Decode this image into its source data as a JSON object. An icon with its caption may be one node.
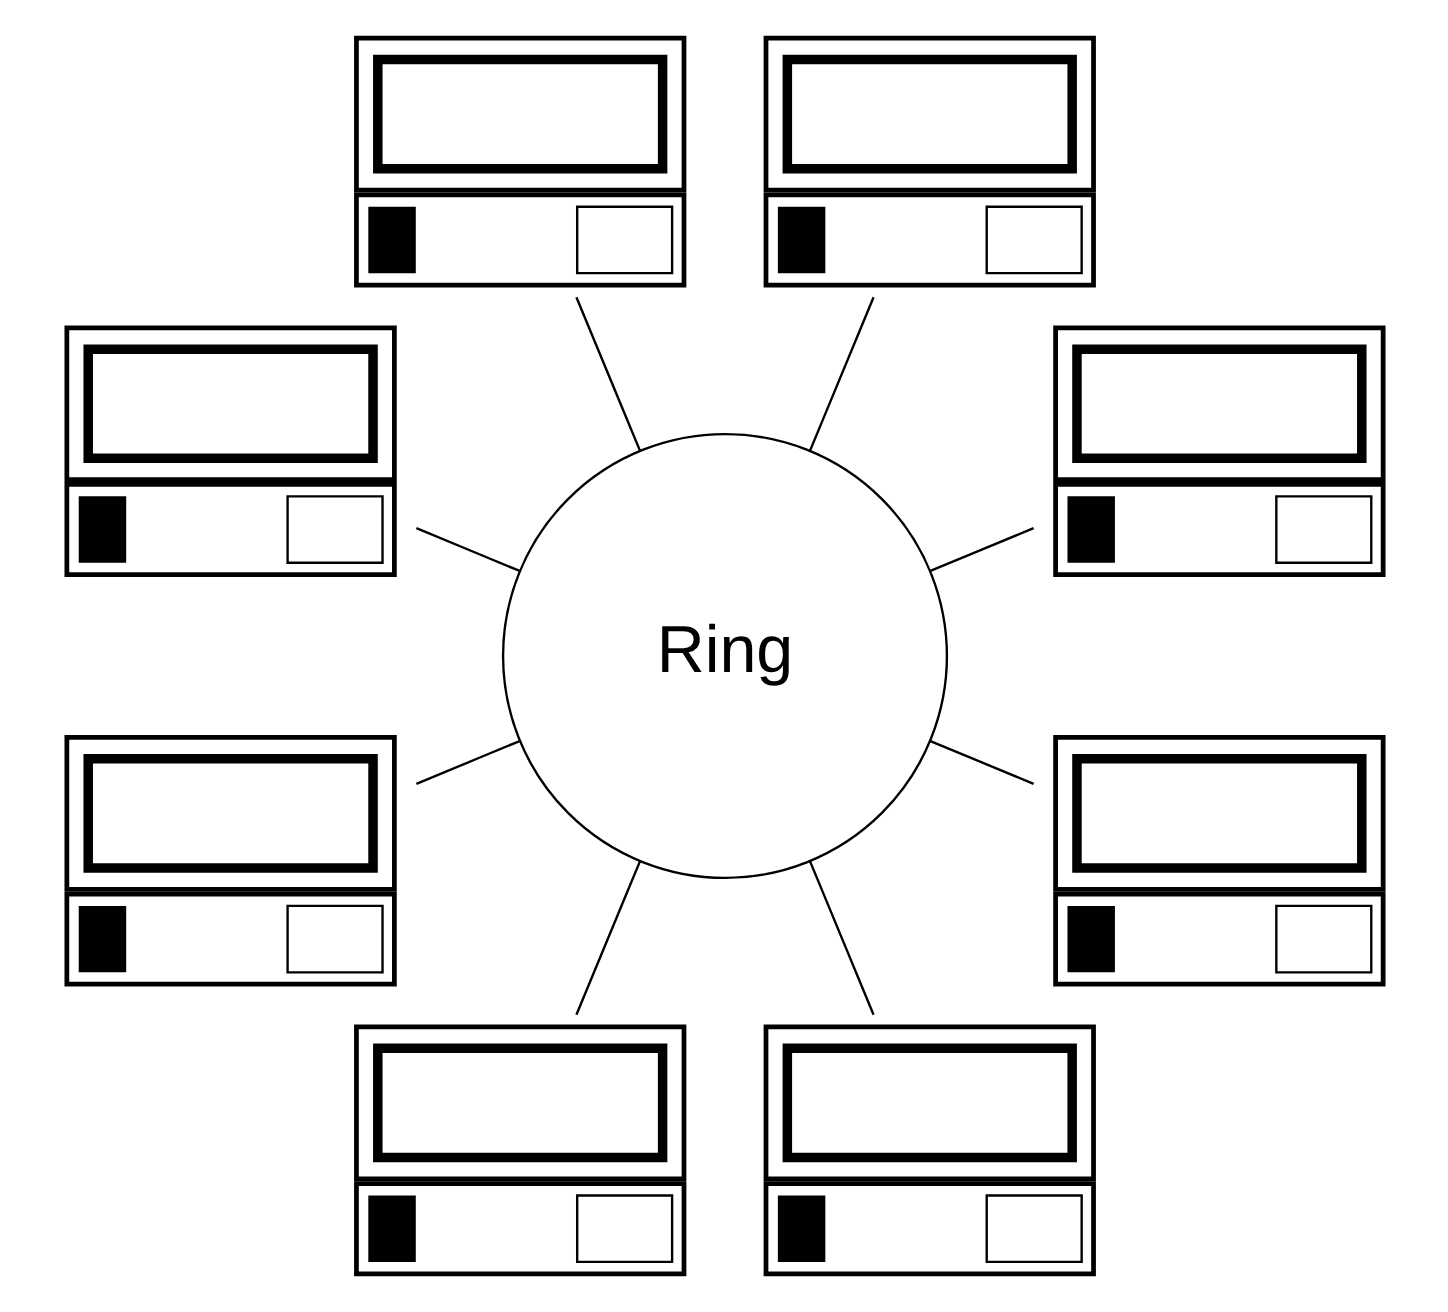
{
  "diagram": {
    "nodes": [
      {
        "text": [
          "Ring"
        ]
      },
      {
        "text": [],
        "shape": "picture"
      },
      {
        "text": [],
        "shape": "picture"
      },
      {
        "text": [],
        "shape": "picture"
      },
      {
        "text": [],
        "shape": "picture"
      },
      {
        "text": [],
        "shape": "picture"
      },
      {
        "text": [],
        "shape": "picture"
      },
      {
        "text": [],
        "shape": "picture"
      },
      {
        "text": [],
        "shape": "picture"
      }
    ],
    "edges": [
      {
        "from": 0,
        "to": 1,
        "arrow": "none"
      },
      {
        "from": 0,
        "to": 3,
        "arrow": "none"
      },
      {
        "from": 0,
        "to": 5,
        "arrow": "none"
      },
      {
        "from": 0,
        "to": 7,
        "arrow": "none"
      },
      {
        "from": 0,
        "to": 8,
        "arrow": "none"
      },
      {
        "from": 0,
        "to": 6,
        "arrow": "none"
      },
      {
        "from": 0,
        "to": 4,
        "arrow": "none"
      },
      {
        "from": 0,
        "to": 2,
        "arrow": "none"
      }
    ]
  }
}
